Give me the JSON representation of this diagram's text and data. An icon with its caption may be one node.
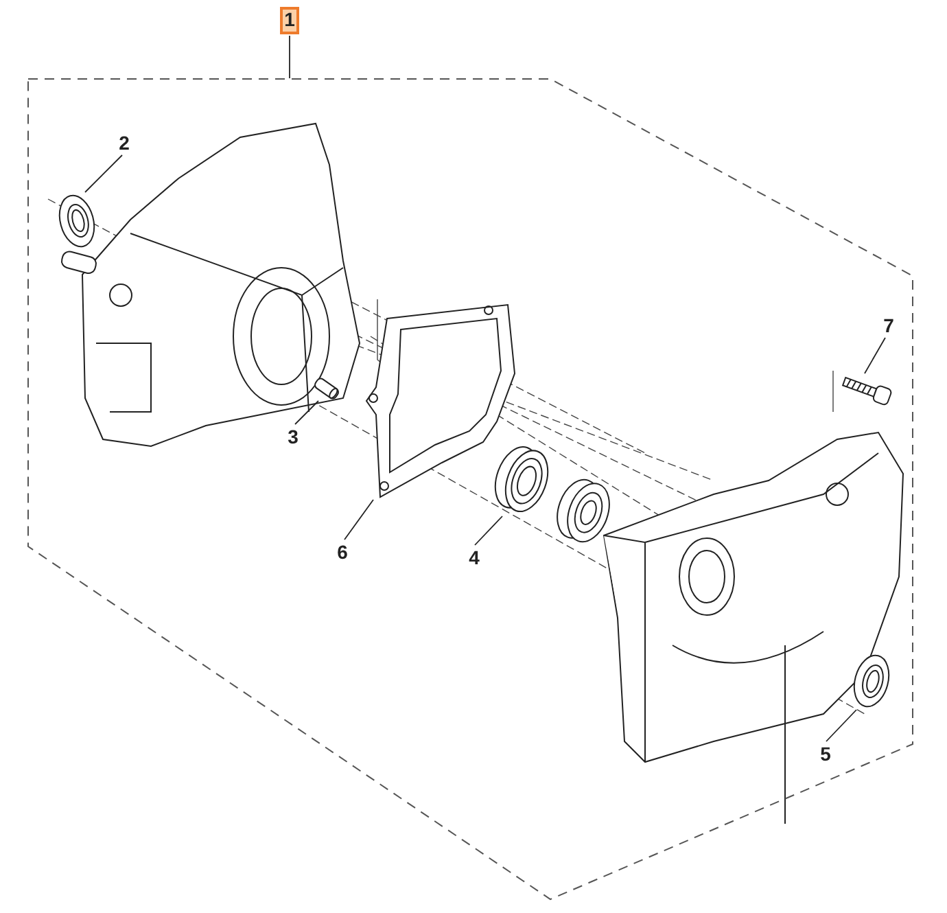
{
  "diagram": {
    "nodes": [
      {
        "text": [
          "1"
        ]
      },
      {
        "text": [],
        "shape": "box"
      },
      {
        "text": [
          "2"
        ],
        "in": 1
      },
      {
        "text": [
          "3"
        ],
        "in": 1
      },
      {
        "text": [
          "6"
        ],
        "in": 1
      },
      {
        "text": [
          "4"
        ],
        "in": 1
      },
      {
        "text": [
          "7"
        ],
        "in": 1
      },
      {
        "text": [
          "5"
        ],
        "in": 1
      },
      {
        "text": [],
        "shape": "picture",
        "in": 1
      },
      {
        "text": [],
        "shape": "picture",
        "in": 1
      },
      {
        "text": [],
        "shape": "picture",
        "in": 1
      },
      {
        "text": [],
        "shape": "picture",
        "in": 1
      },
      {
        "text": [],
        "shape": "picture",
        "in": 1
      },
      {
        "text": [],
        "shape": "picture",
        "in": 1
      }
    ],
    "edges": [
      {
        "from": 0,
        "to": 1,
        "arrow": "none"
      },
      {
        "from": 2,
        "to": 8,
        "arrow": "none"
      },
      {
        "from": 3,
        "to": 9,
        "arrow": "none"
      },
      {
        "from": 4,
        "to": 10,
        "arrow": "none"
      },
      {
        "from": 5,
        "to": 11,
        "arrow": "none"
      },
      {
        "from": 6,
        "to": 12,
        "arrow": "none"
      },
      {
        "from": 7,
        "to": 13,
        "arrow": "none"
      }
    ]
  }
}
